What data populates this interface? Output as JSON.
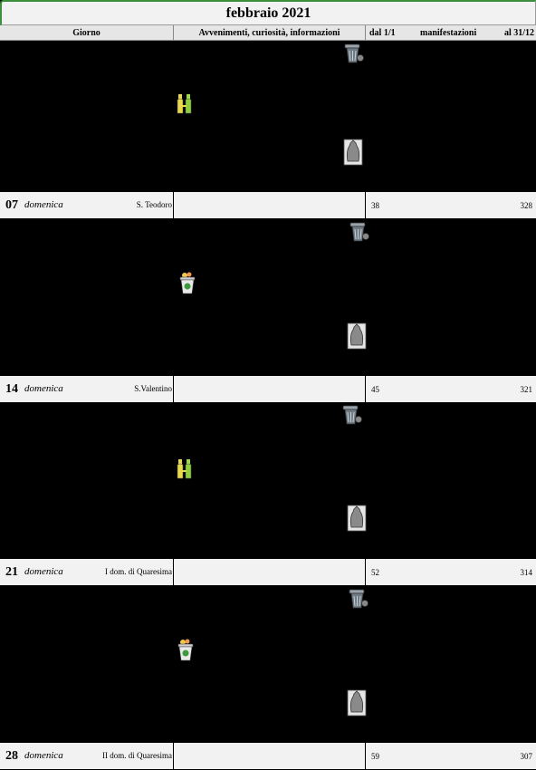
{
  "title": "febbraio 2021",
  "header": {
    "giorno": "Giorno",
    "avvenimenti": "Avvenimenti, curiosità, informazioni",
    "dal": "dal 1/1",
    "manifestazioni": "manifestazioni",
    "al": "al 31/12"
  },
  "sundays": [
    {
      "day": "07",
      "name": "domenica",
      "saint": "S. Teodoro",
      "dal": "38",
      "al": "328"
    },
    {
      "day": "14",
      "name": "domenica",
      "saint": "S.Valentino",
      "dal": "45",
      "al": "321"
    },
    {
      "day": "21",
      "name": "domenica",
      "saint": "I dom. di Quaresima",
      "dal": "52",
      "al": "314"
    },
    {
      "day": "28",
      "name": "domenica",
      "saint": "II dom. di Quaresima",
      "dal": "59",
      "al": "307"
    }
  ],
  "icons": {
    "bin": "trash-bin-icon",
    "bottles": "bottles-icon",
    "bag": "garbage-bag-icon",
    "compost": "compost-bin-icon"
  }
}
